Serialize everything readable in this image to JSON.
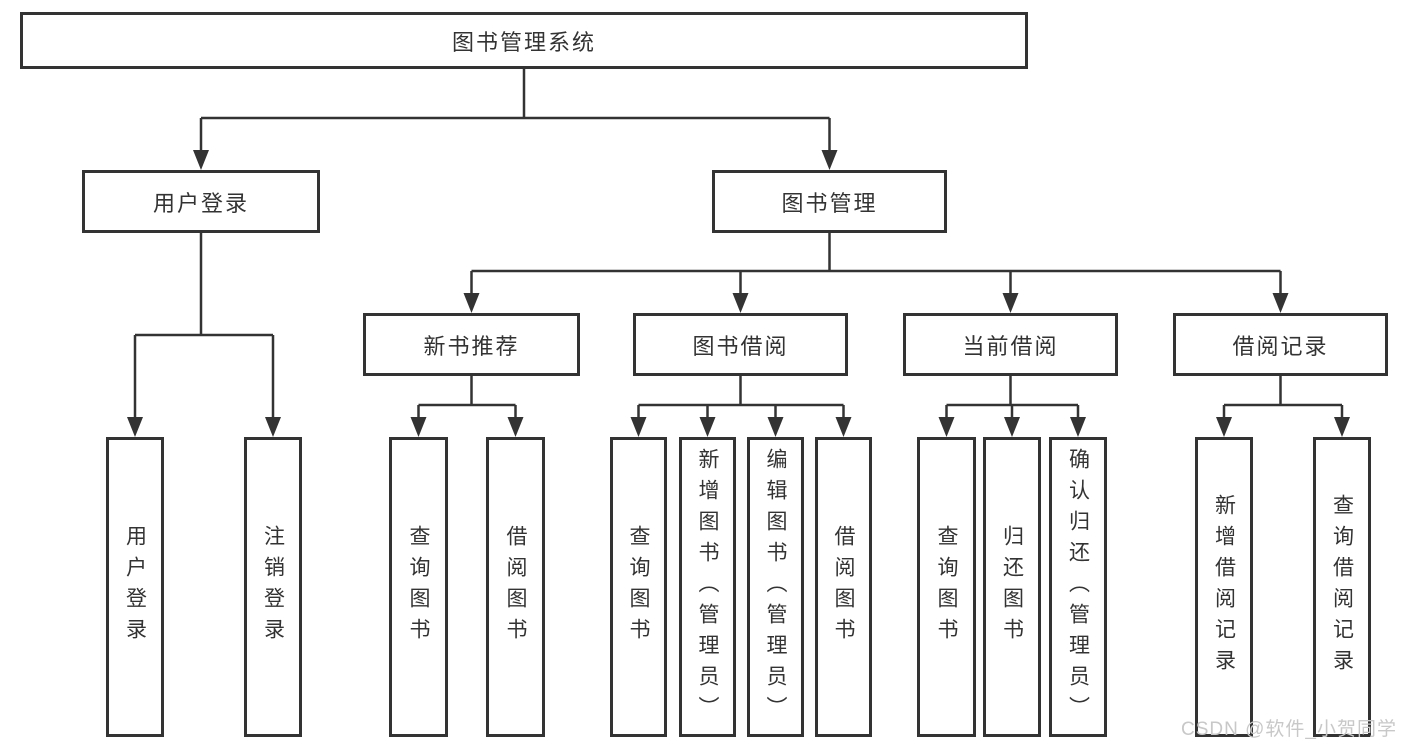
{
  "diagram": {
    "title": "图书管理系统",
    "level2": [
      {
        "label": "用户登录"
      },
      {
        "label": "图书管理"
      }
    ],
    "level3": [
      {
        "label": "新书推荐"
      },
      {
        "label": "图书借阅"
      },
      {
        "label": "当前借阅"
      },
      {
        "label": "借阅记录"
      }
    ],
    "leaf_groups": [
      {
        "parent": "用户登录",
        "items": [
          "用户登录",
          "注销登录"
        ]
      },
      {
        "parent": "新书推荐",
        "items": [
          "查询图书",
          "借阅图书"
        ]
      },
      {
        "parent": "图书借阅",
        "items": [
          "查询图书",
          "新增图书（管理员）",
          "编辑图书（管理员）",
          "借阅图书"
        ]
      },
      {
        "parent": "当前借阅",
        "items": [
          "查询图书",
          "归还图书",
          "确认归还（管理员）"
        ]
      },
      {
        "parent": "借阅记录",
        "items": [
          "新增借阅记录",
          "查询借阅记录"
        ]
      }
    ]
  },
  "watermark": "CSDN @软件_小贺同学",
  "colors": {
    "line": "#333333",
    "text": "#333333",
    "watermark": "#c8c8c8",
    "background": "#ffffff"
  }
}
